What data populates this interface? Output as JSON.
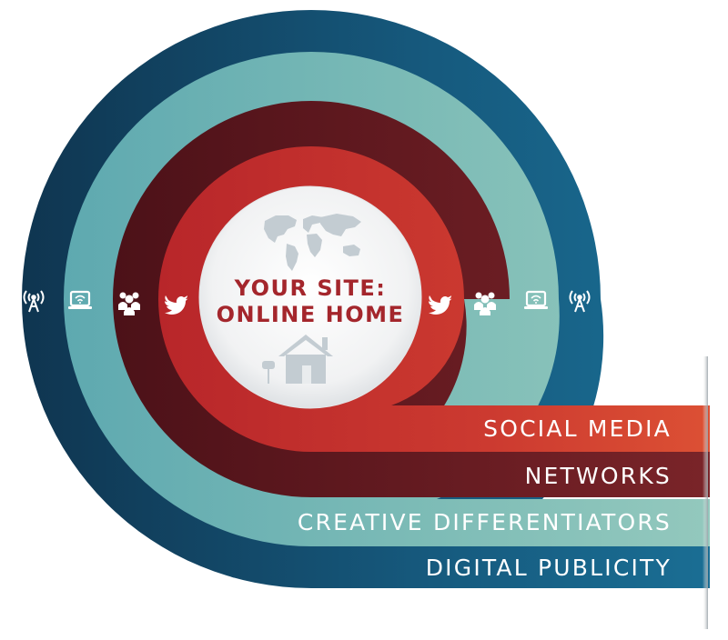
{
  "center": {
    "title_line1": "YOUR SITE:",
    "title_line2": "ONLINE HOME",
    "globe_icon": "world-map-icon",
    "home_icon": "house-with-mailbox-icon"
  },
  "layers": [
    {
      "label": "SOCIAL MEDIA",
      "icon": "twitter-bird-icon",
      "color": "#c93a32"
    },
    {
      "label": "NETWORKS",
      "icon": "people-group-icon",
      "color": "#6b1d22"
    },
    {
      "label": "CREATIVE DIFFERENTIATORS",
      "icon": "laptop-wifi-icon",
      "color": "#7fbdb7"
    },
    {
      "label": "DIGITAL PUBLICITY",
      "icon": "broadcast-tower-icon",
      "color": "#175d82"
    }
  ],
  "colors": {
    "center_text": "#a4262c",
    "center_icons": "#c3ccd2"
  }
}
